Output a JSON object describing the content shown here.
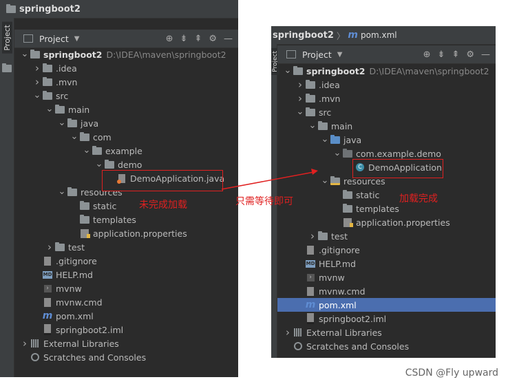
{
  "left_window": {
    "title": "springboot2",
    "side_tab": "Project",
    "tool_title": "Project",
    "tree": [
      {
        "depth": 0,
        "arrow": "down",
        "icon": "module-folder-icon",
        "label": "springboot2",
        "path": "D:\\IDEA\\maven\\springboot2",
        "bold": true
      },
      {
        "depth": 1,
        "arrow": "right",
        "icon": "folder-icon",
        "label": ".idea"
      },
      {
        "depth": 1,
        "arrow": "right",
        "icon": "folder-icon",
        "label": ".mvn"
      },
      {
        "depth": 1,
        "arrow": "down",
        "icon": "folder-icon",
        "label": "src"
      },
      {
        "depth": 2,
        "arrow": "down",
        "icon": "folder-icon",
        "label": "main"
      },
      {
        "depth": 3,
        "arrow": "down",
        "icon": "folder-icon",
        "label": "java"
      },
      {
        "depth": 4,
        "arrow": "down",
        "icon": "folder-icon",
        "label": "com"
      },
      {
        "depth": 5,
        "arrow": "down",
        "icon": "folder-icon",
        "label": "example"
      },
      {
        "depth": 6,
        "arrow": "down",
        "icon": "folder-icon",
        "label": "demo"
      },
      {
        "depth": 7,
        "arrow": "",
        "icon": "java-file-icon",
        "label": "DemoApplication.java"
      },
      {
        "depth": 3,
        "arrow": "down",
        "icon": "folder-icon",
        "label": "resources"
      },
      {
        "depth": 4,
        "arrow": "",
        "icon": "folder-icon",
        "label": "static"
      },
      {
        "depth": 4,
        "arrow": "",
        "icon": "folder-icon",
        "label": "templates"
      },
      {
        "depth": 4,
        "arrow": "",
        "icon": "properties-file-icon",
        "label": "application.properties"
      },
      {
        "depth": 2,
        "arrow": "right",
        "icon": "folder-icon",
        "label": "test"
      },
      {
        "depth": 1,
        "arrow": "",
        "icon": "gitignore-file-icon",
        "label": ".gitignore"
      },
      {
        "depth": 1,
        "arrow": "",
        "icon": "markdown-file-icon",
        "label": "HELP.md"
      },
      {
        "depth": 1,
        "arrow": "",
        "icon": "shell-file-icon",
        "label": "mvnw"
      },
      {
        "depth": 1,
        "arrow": "",
        "icon": "text-file-icon",
        "label": "mvnw.cmd"
      },
      {
        "depth": 1,
        "arrow": "",
        "icon": "maven-file-icon",
        "label": "pom.xml"
      },
      {
        "depth": 1,
        "arrow": "",
        "icon": "iml-file-icon",
        "label": "springboot2.iml"
      },
      {
        "depth": 0,
        "arrow": "right",
        "icon": "libraries-icon",
        "label": "External Libraries"
      },
      {
        "depth": 0,
        "arrow": "",
        "icon": "scratches-icon",
        "label": "Scratches and Consoles"
      }
    ]
  },
  "right_window": {
    "title": "springboot2",
    "breadcrumb_file": "pom.xml",
    "side_tab": "Project",
    "tool_title": "Project",
    "selected_index": 17,
    "tree": [
      {
        "depth": 0,
        "arrow": "down",
        "icon": "module-folder-icon",
        "label": "springboot2",
        "path": "D:\\IDEA\\maven\\springboot2",
        "bold": true
      },
      {
        "depth": 1,
        "arrow": "right",
        "icon": "folder-icon",
        "label": ".idea"
      },
      {
        "depth": 1,
        "arrow": "right",
        "icon": "folder-icon",
        "label": ".mvn"
      },
      {
        "depth": 1,
        "arrow": "down",
        "icon": "folder-icon",
        "label": "src"
      },
      {
        "depth": 2,
        "arrow": "down",
        "icon": "folder-icon",
        "label": "main"
      },
      {
        "depth": 3,
        "arrow": "down",
        "icon": "source-folder-icon",
        "label": "java"
      },
      {
        "depth": 4,
        "arrow": "down",
        "icon": "package-icon",
        "label": "com.example.demo"
      },
      {
        "depth": 5,
        "arrow": "",
        "icon": "class-icon",
        "label": "DemoApplication"
      },
      {
        "depth": 3,
        "arrow": "down",
        "icon": "resources-folder-icon",
        "label": "resources"
      },
      {
        "depth": 4,
        "arrow": "",
        "icon": "folder-icon",
        "label": "static"
      },
      {
        "depth": 4,
        "arrow": "",
        "icon": "folder-icon",
        "label": "templates"
      },
      {
        "depth": 4,
        "arrow": "",
        "icon": "properties-file-icon",
        "label": "application.properties"
      },
      {
        "depth": 2,
        "arrow": "right",
        "icon": "folder-icon",
        "label": "test"
      },
      {
        "depth": 1,
        "arrow": "",
        "icon": "gitignore-file-icon",
        "label": ".gitignore"
      },
      {
        "depth": 1,
        "arrow": "",
        "icon": "markdown-file-icon",
        "label": "HELP.md"
      },
      {
        "depth": 1,
        "arrow": "",
        "icon": "shell-file-icon",
        "label": "mvnw"
      },
      {
        "depth": 1,
        "arrow": "",
        "icon": "text-file-icon",
        "label": "mvnw.cmd"
      },
      {
        "depth": 1,
        "arrow": "",
        "icon": "maven-file-icon",
        "label": "pom.xml"
      },
      {
        "depth": 1,
        "arrow": "",
        "icon": "iml-file-icon",
        "label": "springboot2.iml"
      },
      {
        "depth": 0,
        "arrow": "right",
        "icon": "libraries-icon",
        "label": "External Libraries"
      },
      {
        "depth": 0,
        "arrow": "",
        "icon": "scratches-icon",
        "label": "Scratches and Consoles"
      }
    ]
  },
  "annotations": {
    "not_loaded": "未完成加载",
    "just_wait": "只需等待即可",
    "loaded": "加载完成"
  },
  "watermark": "CSDN @Fly upward",
  "colors": {
    "background": "#2b2b2b",
    "header": "#3c3f41",
    "selection": "#4b6eaf",
    "annotation": "#e02020",
    "source_folder": "#5a8ec7"
  }
}
